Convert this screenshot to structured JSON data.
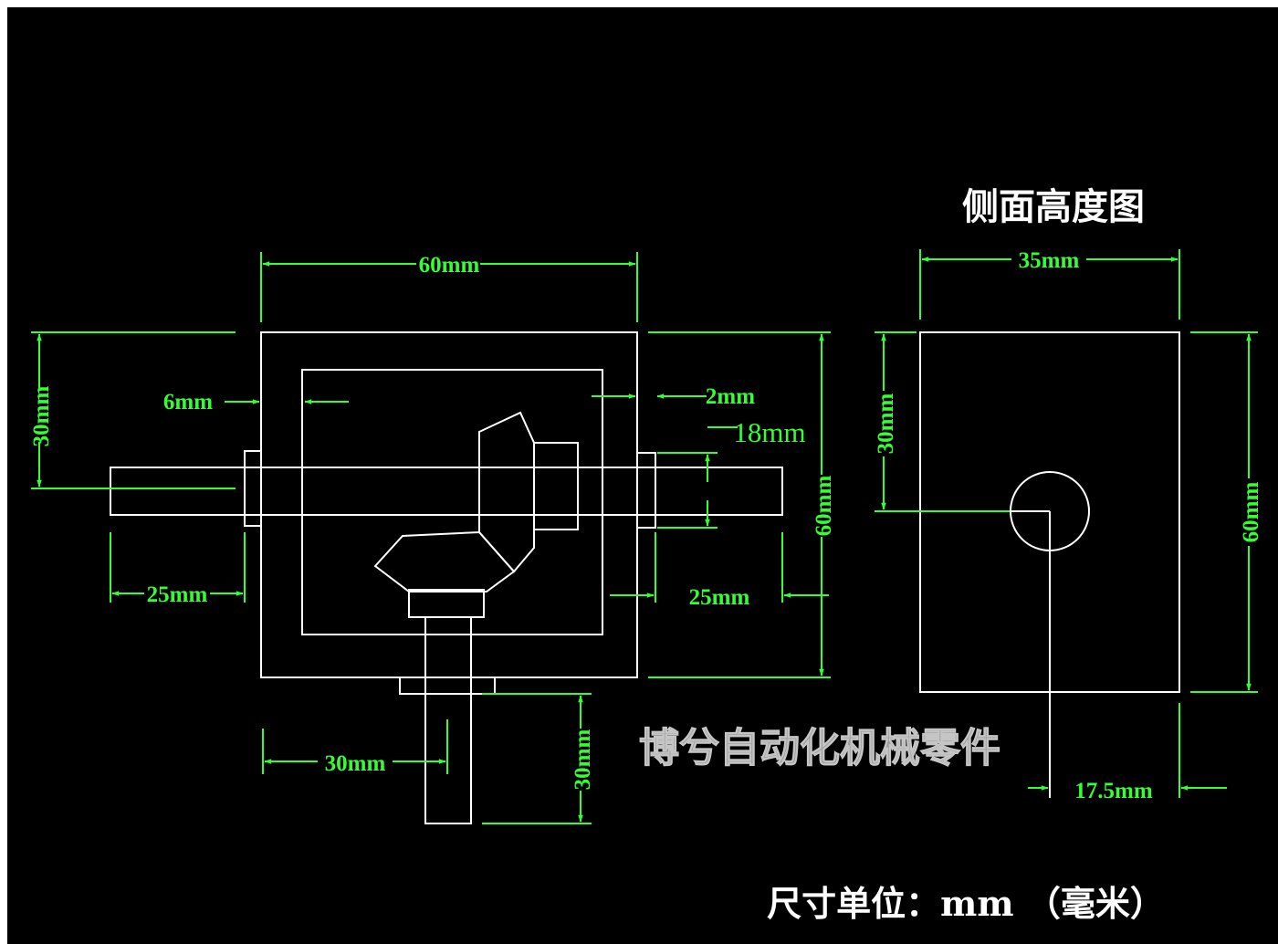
{
  "side_view_title": "侧面高度图",
  "unit_note": "尺寸单位：mm （毫米）",
  "watermark": "博兮自动化机械零件",
  "dimensions": {
    "top_width": "60mm",
    "left_height": "30mm",
    "wall_6": "6mm",
    "wall_2": "2mm",
    "shaft_dia": "18mm",
    "right_height": "60mm",
    "left_shaft": "25mm",
    "right_shaft": "25mm",
    "bottom_width": "30mm",
    "bottom_shaft": "30mm",
    "side_width": "35mm",
    "side_hole_height": "30mm",
    "side_height": "60mm",
    "side_center": "17.5mm"
  },
  "colors": {
    "background": "#000000",
    "lines": "#ffffff",
    "dimensions": "#33ff33"
  }
}
